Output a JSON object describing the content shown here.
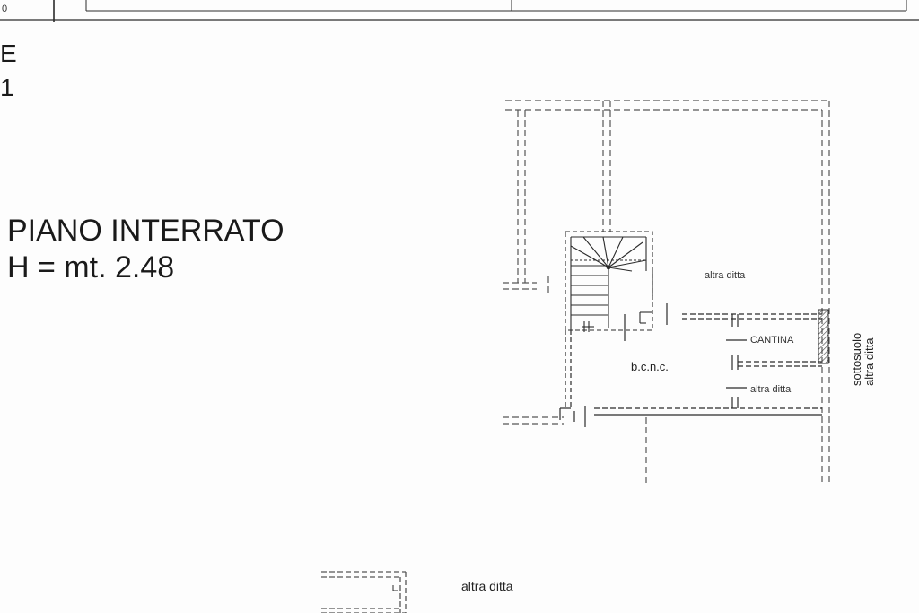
{
  "header_fragment": {
    "left_number": "0"
  },
  "left_fragment": {
    "letter": "E",
    "digit": "1"
  },
  "floor": {
    "title": "PIANO INTERRATO",
    "height": "H = mt. 2.48"
  },
  "rooms": {
    "altra_ditta_top": "altra ditta",
    "cantina": "CANTINA",
    "bcnc": "b.c.n.c.",
    "altra_ditta_bottom": "altra ditta",
    "sottosuolo": "sottosuolo",
    "altra_ditta_side": "altra ditta",
    "altra_ditta_legend": "altra ditta"
  },
  "colors": {
    "line": "#2b2b2b",
    "dashed": "#555555",
    "hatch": "#444444",
    "background": "#fdfdfd"
  }
}
